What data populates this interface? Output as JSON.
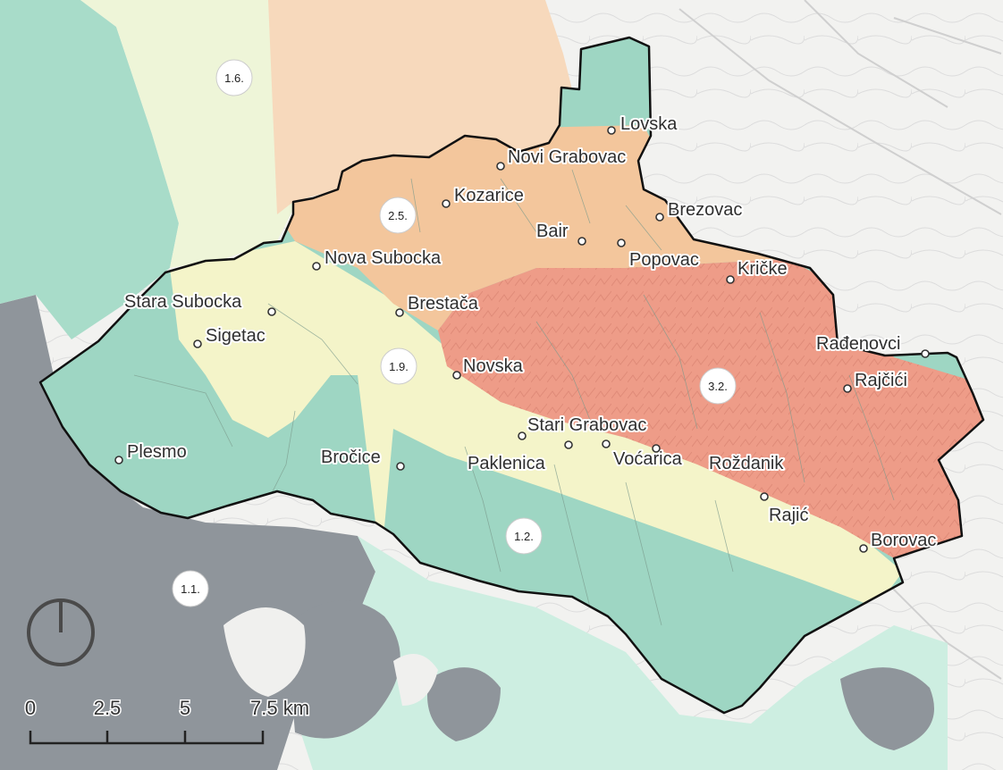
{
  "colors": {
    "background": "#f2f2f0",
    "zone_1_1": "#8f959b",
    "zone_1_2": "#9ed6c3",
    "zone_1_2_light": "#cdeee1",
    "zone_1_6": "#eef5d8",
    "zone_1_9": "#f4f4c9",
    "zone_2_5": "#f3c69c",
    "zone_3_2": "#ee9c88",
    "boundary": "#111111"
  },
  "zones": [
    {
      "id": "1.6.",
      "label": "1.6."
    },
    {
      "id": "2.5.",
      "label": "2.5."
    },
    {
      "id": "1.9.",
      "label": "1.9."
    },
    {
      "id": "3.2.",
      "label": "3.2."
    },
    {
      "id": "1.2.",
      "label": "1.2."
    },
    {
      "id": "1.1.",
      "label": "1.1."
    }
  ],
  "places": [
    {
      "name": "Lovska"
    },
    {
      "name": "Novi Grabovac"
    },
    {
      "name": "Kozarice"
    },
    {
      "name": "Brezovac"
    },
    {
      "name": "Bair"
    },
    {
      "name": "Popovac"
    },
    {
      "name": "Nova Subocka"
    },
    {
      "name": "Kričke"
    },
    {
      "name": "Stara Subocka"
    },
    {
      "name": "Brestača"
    },
    {
      "name": "Sigetac"
    },
    {
      "name": "Rađenovci"
    },
    {
      "name": "Novska"
    },
    {
      "name": "Rajčići"
    },
    {
      "name": "Stari Grabovac"
    },
    {
      "name": "Plesmo"
    },
    {
      "name": "Bročice"
    },
    {
      "name": "Paklenica"
    },
    {
      "name": "Voćarica"
    },
    {
      "name": "Roždanik"
    },
    {
      "name": "Rajić"
    },
    {
      "name": "Borovac"
    }
  ],
  "scale_bar": {
    "ticks": [
      "0",
      "2.5",
      "5",
      "7.5 km"
    ]
  },
  "north_arrow": {
    "icon": "north-arrow-icon"
  }
}
